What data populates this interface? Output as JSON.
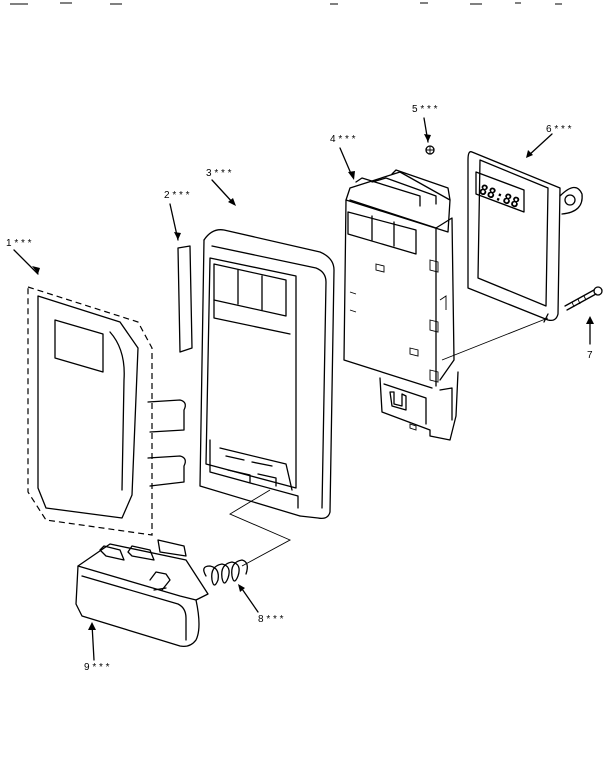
{
  "labels": {
    "part1": "1 * * *",
    "part2": "2 * * *",
    "part3": "3 * * *",
    "part4": "4 * * *",
    "part5": "5 * * *",
    "part6": "6 * * *",
    "part7": "7",
    "part8": "8 * * *",
    "part9": "9 * * *"
  },
  "display": {
    "readout": "88:88"
  },
  "colors": {
    "line": "#000000",
    "background": "#ffffff"
  }
}
